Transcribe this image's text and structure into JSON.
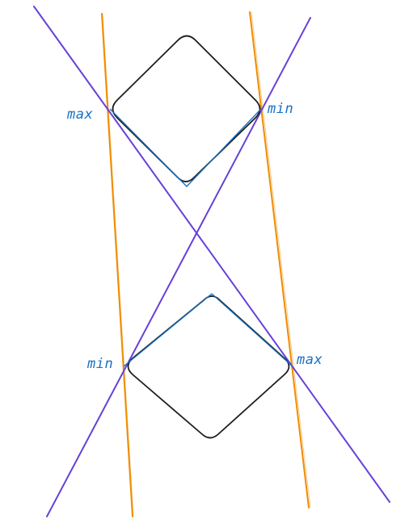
{
  "colors": {
    "background": "#ffffff",
    "shape_outline": "#1e1e1e",
    "tangent_edge": "#1971c2",
    "orange_line": "#f08c00",
    "purple_line": "#6741d9",
    "label": "#1971c2"
  },
  "labels": {
    "top_left": "max",
    "top_right": "min",
    "bottom_left": "min",
    "bottom_right": "max"
  }
}
